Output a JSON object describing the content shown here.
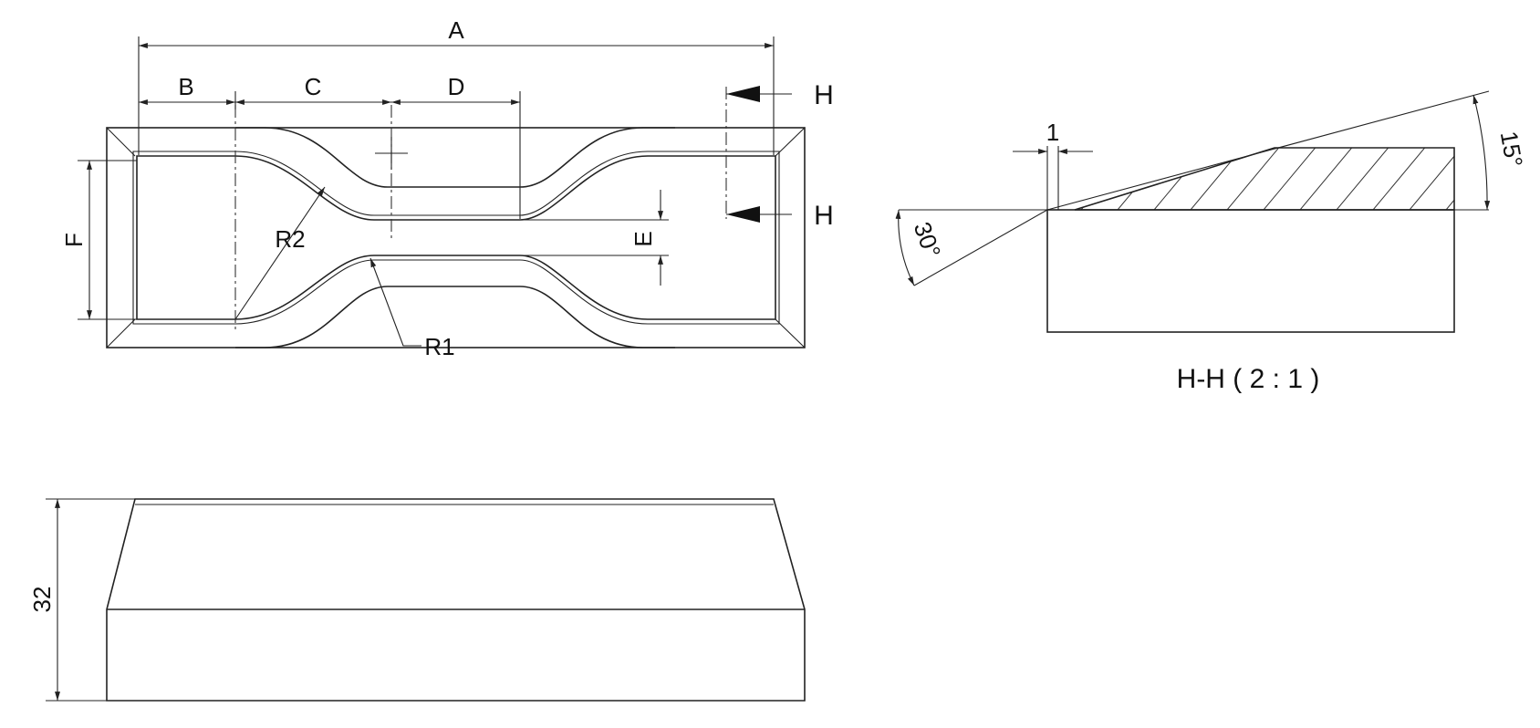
{
  "top_view": {
    "dim_A": "A",
    "dim_B": "B",
    "dim_C": "C",
    "dim_D": "D",
    "dim_E": "E",
    "dim_F": "F",
    "radius_1": "R1",
    "radius_2": "R2",
    "section_mark_top": "H",
    "section_mark_bottom": "H"
  },
  "section_view": {
    "title": "H-H ( 2 : 1 )",
    "dim_width": "1",
    "angle_left": "30°",
    "angle_right": "15°"
  },
  "front_view": {
    "dim_height": "32"
  }
}
